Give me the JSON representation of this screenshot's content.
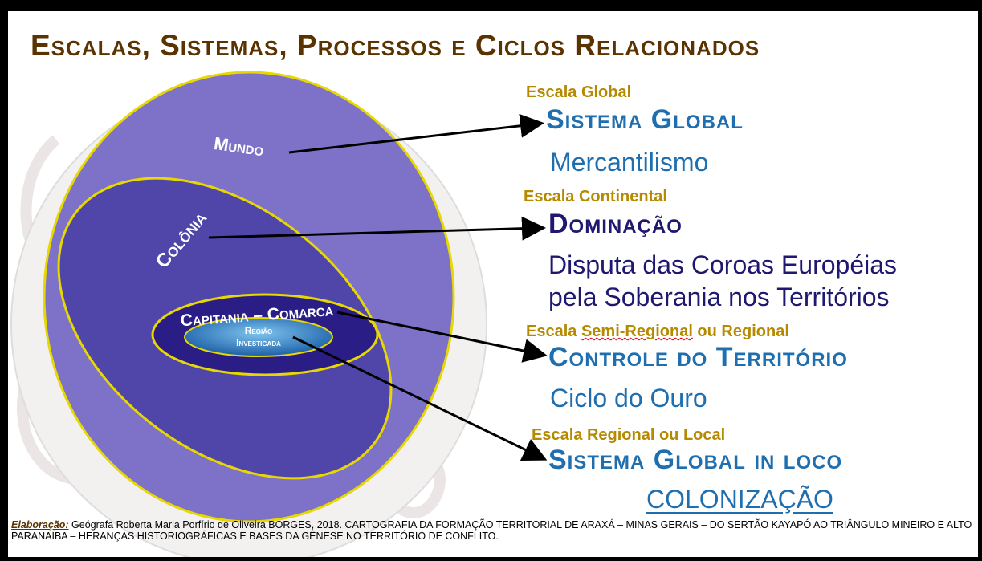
{
  "title": "Escalas, Sistemas, Processos e Ciclos Relacionados",
  "diagram_labels": {
    "mundo": "Mundo",
    "colonia": "Colônia",
    "capitania": "Capitania – Comarca",
    "regiao_line1": "Região",
    "regiao_line2": "Investigada"
  },
  "levels": [
    {
      "scale": "Escala Global",
      "system": "Sistema Global",
      "process": "Mercantilismo"
    },
    {
      "scale": "Escala Continental",
      "system": "Dominação",
      "process_lines": [
        "Disputa das Coroas Européias",
        "pela Soberania nos Territórios"
      ]
    },
    {
      "scale_parts": [
        "Escala ",
        "Semi-Regional",
        " ou Regional"
      ],
      "system": "Controle do Território",
      "process": "Ciclo do Ouro"
    },
    {
      "scale": "Escala Regional ou Local",
      "system": "Sistema Global in loco",
      "process": "COLONIZAÇÃO"
    }
  ],
  "credit": {
    "lead": "Elaboração:",
    "text": " Geógrafa Roberta Maria Porfírio de Oliveira BORGES, 2018. CARTOGRAFIA DA FORMAÇÃO TERRITORIAL DE ARAXÁ – MINAS GERAIS – DO SERTÃO KAYAPÓ AO TRIÂNGULO MINEIRO E ALTO PARANAÍBA – HERANÇAS HISTORIOGRÁFICAS E BASES DA GÊNESE NO TERRITÓRIO DE CONFLITO."
  },
  "colors": {
    "title": "#5a3300",
    "scale_label": "#b58a00",
    "system_blue": "#1f6fb0",
    "system_dark": "#1e1870",
    "ellipse_border": "#e6d800"
  }
}
